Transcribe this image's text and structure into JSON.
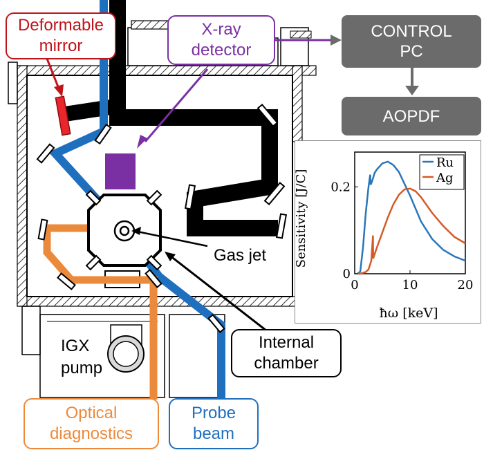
{
  "labels": {
    "deformable_mirror": [
      "Deformable",
      "mirror"
    ],
    "xray_detector": [
      "X-ray",
      "detector"
    ],
    "control_pc": [
      "CONTROL",
      "PC"
    ],
    "aopdf": "AOPDF",
    "gas_jet": "Gas jet",
    "internal_chamber": [
      "Internal",
      "chamber"
    ],
    "igx_pump": [
      "IGX",
      "pump"
    ],
    "optical_diagnostics": [
      "Optical",
      "diagnostics"
    ],
    "probe_beam": [
      "Probe",
      "beam"
    ]
  },
  "colors": {
    "deformable_mirror": "#c0141b",
    "xray_detector": "#7a2fa3",
    "optical_diagnostics": "#ec8a3c",
    "probe_beam": "#1f6fbf",
    "main_beam": "#000000",
    "control_boxes": "#6b6b6b",
    "mirror_element": "#e8262c"
  },
  "chart_data": {
    "type": "line",
    "xlabel": "ħω [keV]",
    "ylabel": "Sensitivity [J/C]",
    "xlim": [
      0,
      20
    ],
    "ylim": [
      0,
      0.28
    ],
    "xticks": [
      "0",
      "10",
      "20"
    ],
    "yticks": [
      "0",
      "0.2"
    ],
    "legend_position": "top-right",
    "series": [
      {
        "name": "Ru",
        "color": "#2a76b8",
        "x": [
          0.5,
          1.0,
          1.5,
          2.0,
          2.5,
          2.8,
          2.9,
          3.2,
          3.6,
          4.0,
          5.0,
          6.0,
          7.0,
          8.0,
          10.0,
          12.0,
          14.0,
          16.0,
          18.0,
          20.0
        ],
        "y": [
          0.0,
          0.005,
          0.06,
          0.14,
          0.2,
          0.228,
          0.205,
          0.215,
          0.232,
          0.24,
          0.254,
          0.258,
          0.25,
          0.234,
          0.18,
          0.12,
          0.08,
          0.055,
          0.04,
          0.03
        ]
      },
      {
        "name": "Ag",
        "color": "#d55a26",
        "x": [
          0.5,
          1.0,
          2.0,
          2.5,
          3.0,
          3.3,
          3.35,
          3.6,
          4.0,
          5.0,
          6.0,
          7.0,
          8.0,
          9.0,
          10.0,
          11.0,
          12.0,
          14.0,
          16.0,
          18.0,
          20.0
        ],
        "y": [
          0.0,
          0.0,
          0.004,
          0.01,
          0.03,
          0.088,
          0.035,
          0.045,
          0.06,
          0.095,
          0.13,
          0.16,
          0.182,
          0.194,
          0.196,
          0.19,
          0.176,
          0.14,
          0.11,
          0.085,
          0.07
        ]
      }
    ]
  }
}
